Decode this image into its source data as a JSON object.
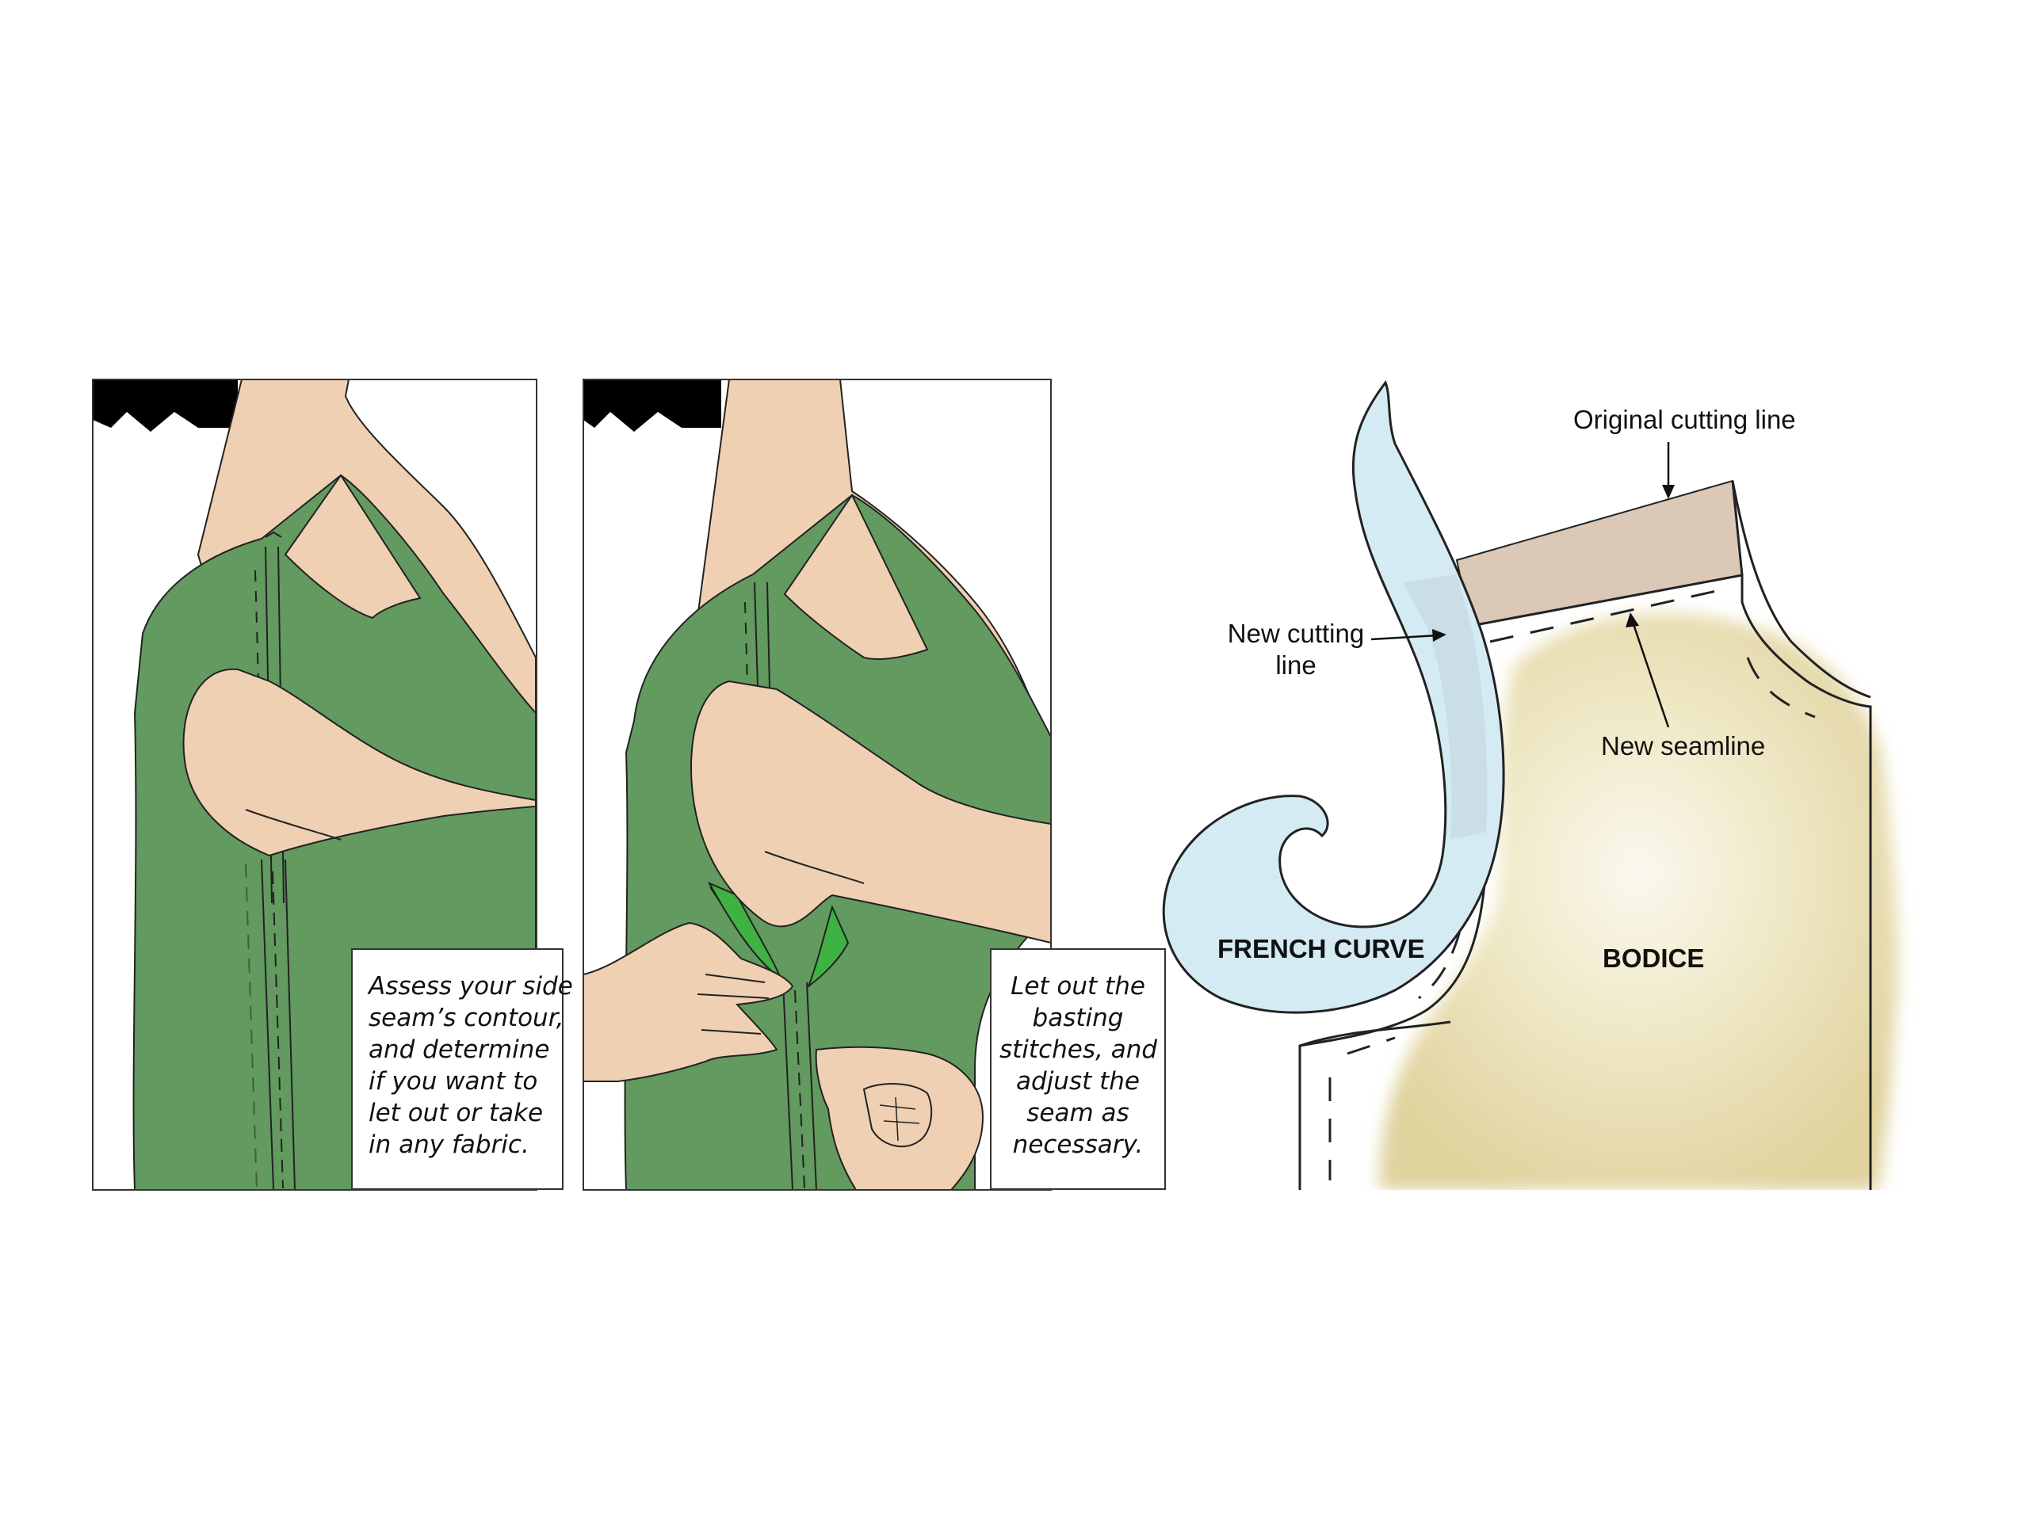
{
  "panels": [
    {
      "caption_lines": [
        "Assess your side",
        "seam’s  contour,",
        "and determine",
        "if you want to",
        "let out or take",
        "in any fabric."
      ]
    },
    {
      "caption_lines": [
        "Let out the",
        "basting",
        "stitches, and",
        "adjust the",
        "seam as",
        "necessary."
      ]
    }
  ],
  "diagram": {
    "labels": {
      "original_cutting_line": "Original cutting line",
      "new_cutting_line": [
        "New cutting",
        "line"
      ],
      "new_seamline": "New seamline",
      "french_curve": "FRENCH CURVE",
      "bodice": "BODICE"
    }
  },
  "colors": {
    "fabric_green": "#629a60",
    "bright_green": "#3fb244",
    "skin": "#efd0b3",
    "hair": "#000000",
    "french_curve_fill": "#d4ebf3",
    "seam_allowance": "#dcc8b7",
    "bodice_wash": "#e6dcae"
  }
}
